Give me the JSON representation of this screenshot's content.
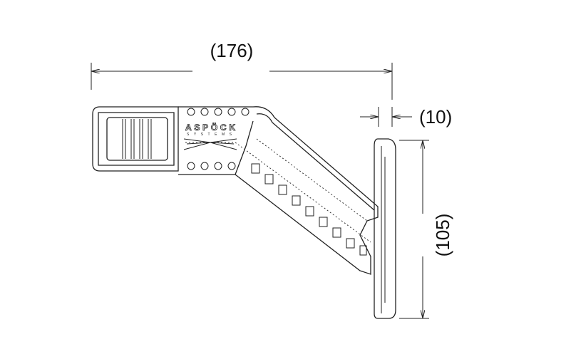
{
  "drawing": {
    "dimensions": {
      "width": "(176)",
      "thickness": "(10)",
      "height": "(105)"
    },
    "logo": {
      "brand": "ASPÖCK",
      "subtitle": "SYSTEMS"
    },
    "colors": {
      "line": "#222222",
      "background": "#ffffff"
    }
  }
}
